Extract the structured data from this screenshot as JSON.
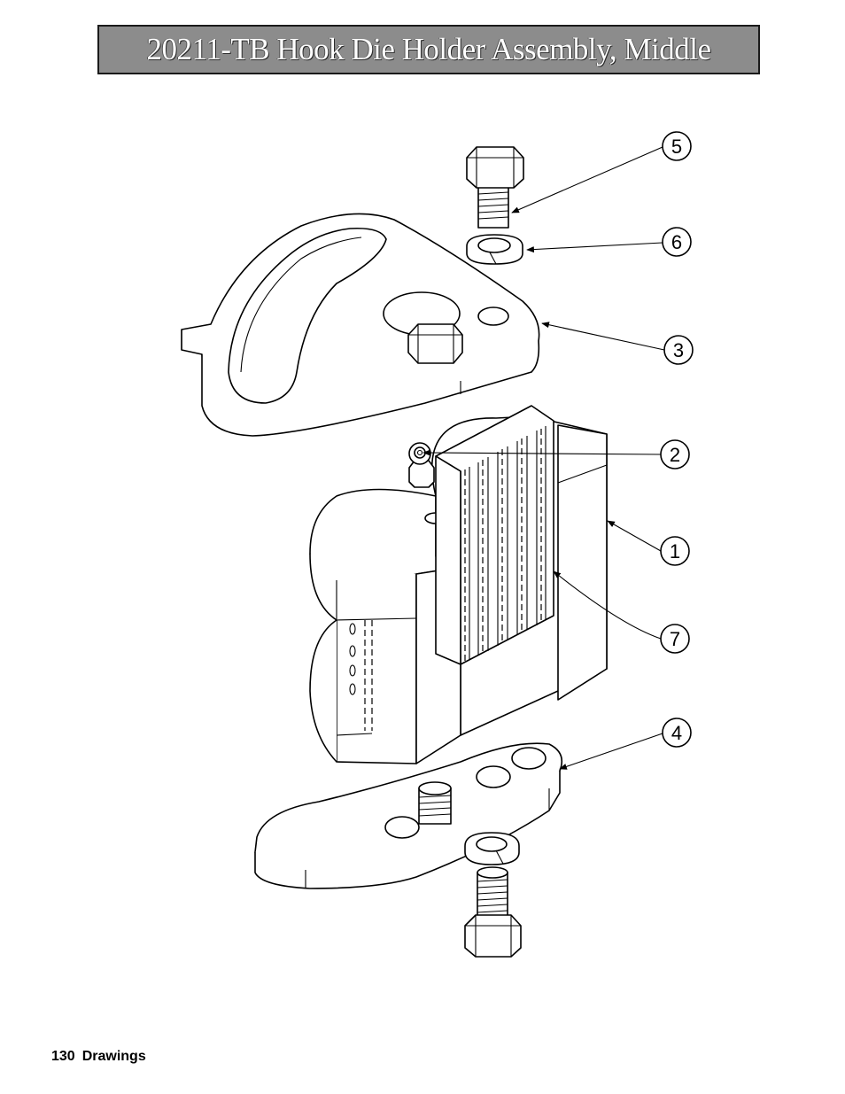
{
  "header": {
    "title": "20211-TB Hook Die Holder Assembly, Middle"
  },
  "callouts": [
    {
      "number": "5"
    },
    {
      "number": "6"
    },
    {
      "number": "3"
    },
    {
      "number": "2"
    },
    {
      "number": "1"
    },
    {
      "number": "7"
    },
    {
      "number": "4"
    }
  ],
  "footer": {
    "page_number": "130",
    "section": "Drawings"
  }
}
